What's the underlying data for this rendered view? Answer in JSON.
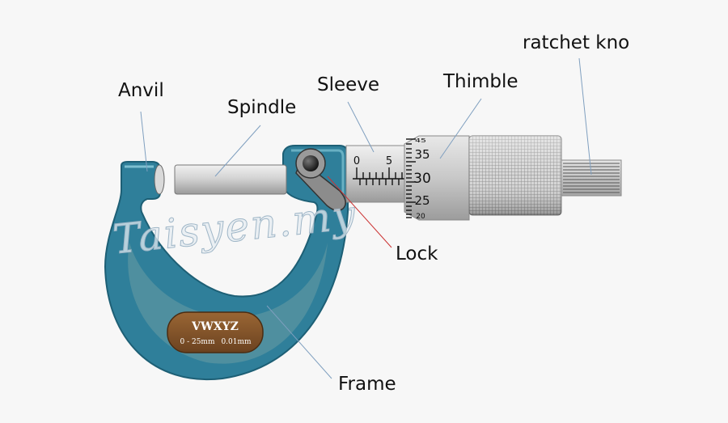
{
  "labels": {
    "anvil": "Anvil",
    "spindle": "Spindle",
    "sleeve": "Sleeve",
    "thimble": "Thimble",
    "ratchet": "ratchet kno",
    "lock": "Lock",
    "frame": "Frame"
  },
  "nameplate": {
    "brand": "VWXYZ",
    "range": "0 - 25mm",
    "resolution": "0.01mm"
  },
  "sleeve_scale": {
    "left": "0",
    "right": "5"
  },
  "thimble_scale": [
    "45",
    "35",
    "30",
    "25",
    "20"
  ],
  "watermark": "Taisyen.my",
  "colors": {
    "frame": "#2f7f9a",
    "frame_inner": "#4f8f9f",
    "metal": "#c9c9c9",
    "nameplate": "#8a5a2b",
    "lock_leader": "#cc3333"
  }
}
